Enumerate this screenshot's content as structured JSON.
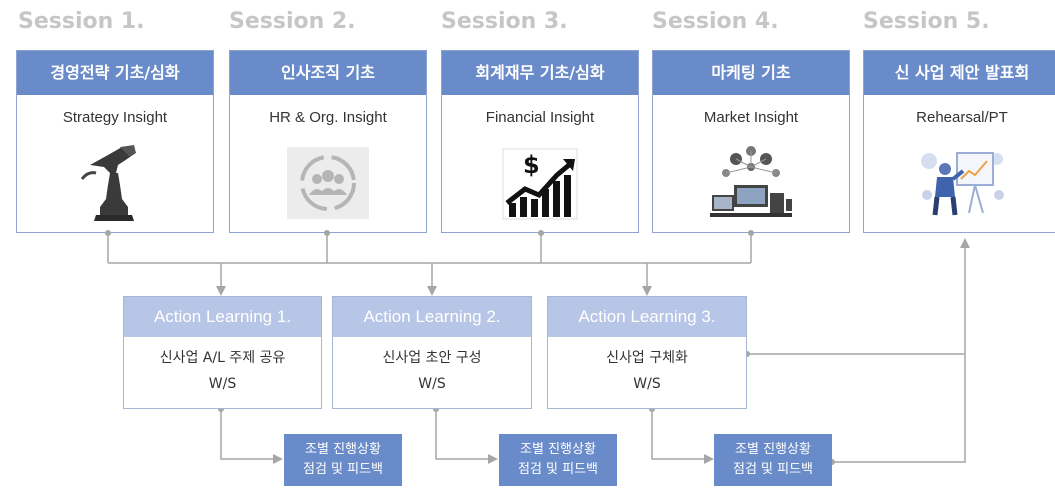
{
  "sessions": [
    {
      "title": "Session 1.",
      "header": "경영전략 기초/심화",
      "subtitle": "Strategy Insight",
      "icon": "chess-hand-icon"
    },
    {
      "title": "Session 2.",
      "header": "인사조직 기초",
      "subtitle": "HR & Org. Insight",
      "icon": "people-cycle-icon"
    },
    {
      "title": "Session 3.",
      "header": "회계재무 기초/심화",
      "subtitle": "Financial Insight",
      "icon": "dollar-growth-chart-icon"
    },
    {
      "title": "Session 4.",
      "header": "마케팅 기초",
      "subtitle": "Market Insight",
      "icon": "market-devices-icon"
    },
    {
      "title": "Session 5.",
      "header": "신 사업 제안 발표회",
      "subtitle": "Rehearsal/PT",
      "icon": "presentation-icon"
    }
  ],
  "action_learning": [
    {
      "header": "Action Learning 1.",
      "line1": "신사업 A/L 주제 공유",
      "line2": "W/S"
    },
    {
      "header": "Action Learning 2.",
      "line1": "신사업 초안 구성",
      "line2": "W/S"
    },
    {
      "header": "Action Learning 3.",
      "line1": "신사업 구체화",
      "line2": "W/S"
    }
  ],
  "feedback": [
    {
      "line1": "조별 진행상황",
      "line2": "점검 및 피드백"
    },
    {
      "line1": "조별 진행상황",
      "line2": "점검 및 피드백"
    },
    {
      "line1": "조별 진행상황",
      "line2": "점검 및 피드백"
    }
  ],
  "colors": {
    "primary": "#6a8bc9",
    "light": "#b7c6e6",
    "session_title": "#c6c6c6",
    "line": "#a6a6a6"
  }
}
